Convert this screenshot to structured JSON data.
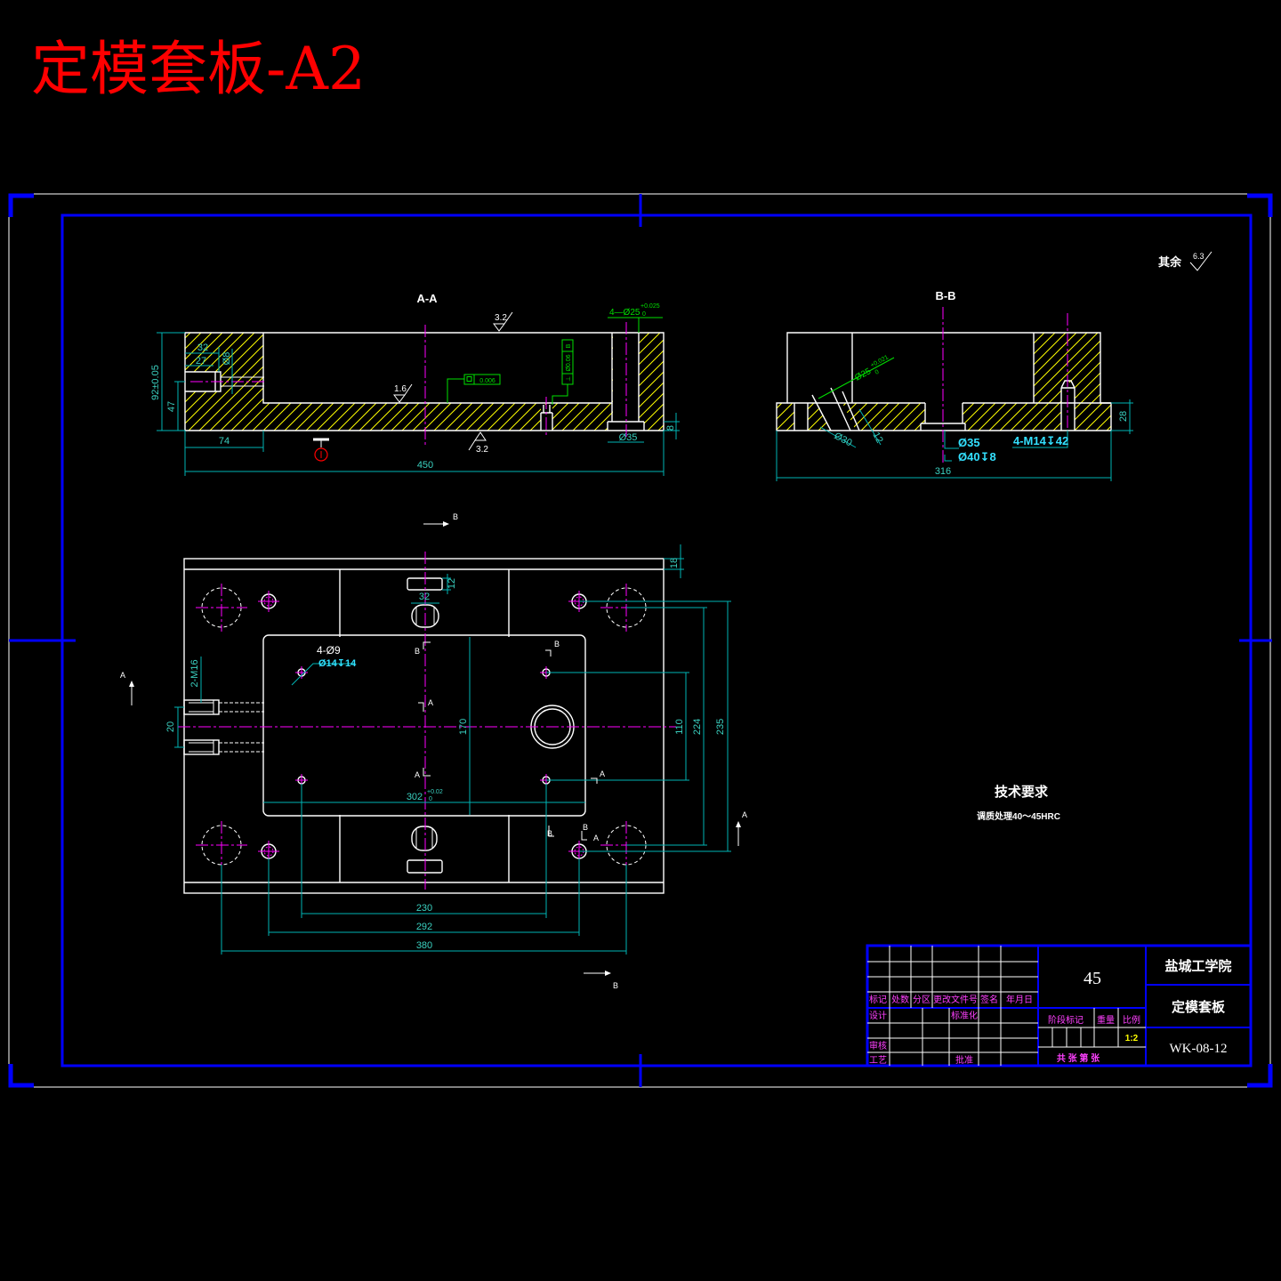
{
  "drawing_title": "定模套板-A2",
  "colors": {
    "background": "#000000",
    "title": "#ff0000",
    "frame": "#0000ff",
    "outline": "#ffffff",
    "hatch": "#ffff00",
    "center_line": "#ff00ff",
    "dimension": "#00b4b4",
    "dimension_text": "#3ad0c0",
    "tolerance_green": "#00e000",
    "callout_cyan": "#33e0ff",
    "title_block_labels": "#ff40ff"
  },
  "surface_rest": {
    "label": "其余",
    "value": "6.3"
  },
  "view_aa": {
    "label": "A-A",
    "roughness_top": "3.2",
    "roughness_floor": "1.6",
    "roughness_bottom": "3.2",
    "hole_callout": "4—Ø25",
    "hole_tol_upper": "+0.025",
    "hole_tol_lower": "0",
    "flatness_value": "0.006",
    "perp_symbol": "⊥",
    "perp_value": "Ø0.06",
    "perp_datum": "B",
    "dim_32": "32",
    "dim_27": "27",
    "dim_phi8": "Ø8",
    "dim_height": "92±0.05",
    "dim_47": "47",
    "dim_74": "74",
    "dim_phi35": "Ø35",
    "dim_8": "8",
    "dim_450": "450"
  },
  "view_bb": {
    "label": "B-B",
    "hole_phi25": "Ø25",
    "hole_tol_upper": "+0.021",
    "hole_tol_lower": "0",
    "dim_phi30": "Ø30",
    "dim_12": "12",
    "cb_phi35": "Ø35",
    "cb_phi40": "Ø40↧8",
    "thread": "4-M14↧42",
    "dim_28": "28",
    "dim_316": "316"
  },
  "plan_view": {
    "marker_a": "A",
    "marker_b": "B",
    "dim_18": "18",
    "dim_12": "12",
    "dim_32": "32",
    "holes_callout": "4-Ø9",
    "holes_cbore": "Ø14↧14",
    "thread_callout": "2-M16",
    "dim_20": "20",
    "dim_170": "170",
    "dim_110": "110",
    "dim_224": "224",
    "dim_235": "235",
    "dim_302": "302",
    "dim_302_upper": "+0.02",
    "dim_302_lower": "0",
    "dim_230": "230",
    "dim_292": "292",
    "dim_380": "380"
  },
  "tech_req": {
    "heading": "技术要求",
    "item": "调质处理40～45HRC"
  },
  "title_block": {
    "material": "45",
    "school": "盐城工学院",
    "part_name": "定模套板",
    "drawing_no": "WK-08-12",
    "hdr_mark": "标记",
    "hdr_count": "处数",
    "hdr_zone": "分区",
    "hdr_change_doc": "更改文件号",
    "hdr_sign": "签名",
    "hdr_date": "年月日",
    "design": "设计",
    "standardization": "标准化",
    "review": "审核",
    "process": "工艺",
    "approve": "批准",
    "stage_mark": "阶段标记",
    "weight": "重量",
    "scale_label": "比例",
    "scale": "1:2",
    "sheets": "共   张  第   张"
  }
}
